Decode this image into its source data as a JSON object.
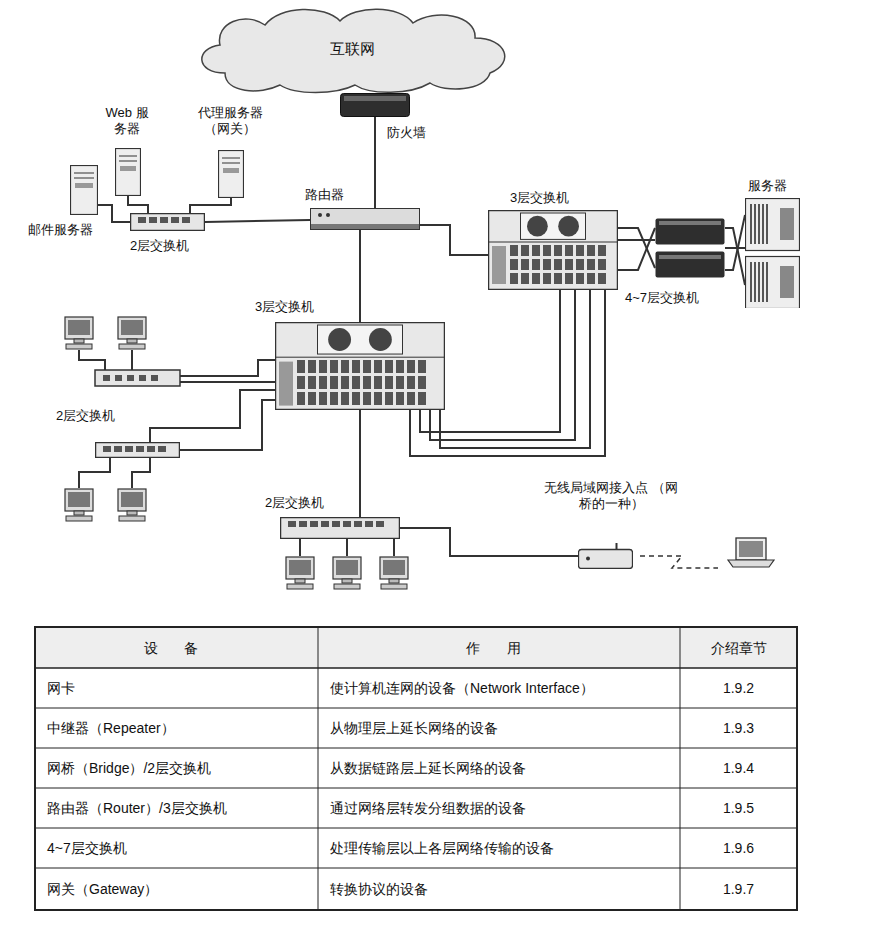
{
  "diagram": {
    "nodes": [
      {
        "text": [
          "互联网"
        ]
      },
      {
        "text": [
          "防火墙"
        ]
      },
      {
        "text": [
          "路由器"
        ]
      },
      {
        "text": [
          "2层交换机"
        ]
      },
      {
        "text": [
          "邮件服务器"
        ]
      },
      {
        "text": [
          "Web 服务器"
        ]
      },
      {
        "text": [
          "代理服务器 （网关）"
        ]
      },
      {
        "text": [
          "3层交换机"
        ]
      },
      {
        "text": [
          "4~7层交换机"
        ]
      },
      {
        "text": [
          "服务器"
        ]
      },
      {
        "text": [
          "3层交换机"
        ]
      },
      {
        "text": [
          "2层交换机"
        ]
      },
      {
        "text": [
          "2层交换机"
        ]
      },
      {
        "text": [
          "无线局域网接入点 （网桥的一种）"
        ]
      }
    ],
    "edges": [
      {
        "from": 0,
        "to": 1,
        "arrow": "none"
      },
      {
        "from": 1,
        "to": 2,
        "arrow": "none"
      },
      {
        "from": 2,
        "to": 3,
        "arrow": "none"
      },
      {
        "from": 3,
        "to": 4,
        "arrow": "none"
      },
      {
        "from": 3,
        "to": 5,
        "arrow": "none"
      },
      {
        "from": 3,
        "to": 6,
        "arrow": "none"
      },
      {
        "from": 2,
        "to": 7,
        "arrow": "none"
      },
      {
        "from": 2,
        "to": 10,
        "arrow": "none"
      },
      {
        "from": 7,
        "to": 8,
        "arrow": "none"
      },
      {
        "from": 8,
        "to": 9,
        "arrow": "none"
      },
      {
        "from": 7,
        "to": 10,
        "arrow": "none"
      },
      {
        "from": 10,
        "to": 11,
        "arrow": "none"
      },
      {
        "from": 10,
        "to": 12,
        "arrow": "none"
      },
      {
        "from": 12,
        "to": 13,
        "arrow": "none"
      }
    ],
    "labels": [
      "设 备",
      "作 用",
      "介绍章节",
      "网卡",
      "使计算机连网的设备（Network Interface）",
      "1.9.2",
      "中继器（Repeater）",
      "从物理层上延长网络的设备",
      "1.9.3",
      "网桥（Bridge）/2层交换机",
      "从数据链路层上延长网络的设备",
      "1.9.4",
      "路由器（Router）/3层交换机",
      "通过网络层转发分组数据的设备",
      "1.9.5",
      "4~7层交换机",
      "处理传输层以上各层网络传输的设备",
      "1.9.6",
      "网关（Gateway）",
      "转换协议的设备",
      "1.9.7"
    ]
  }
}
